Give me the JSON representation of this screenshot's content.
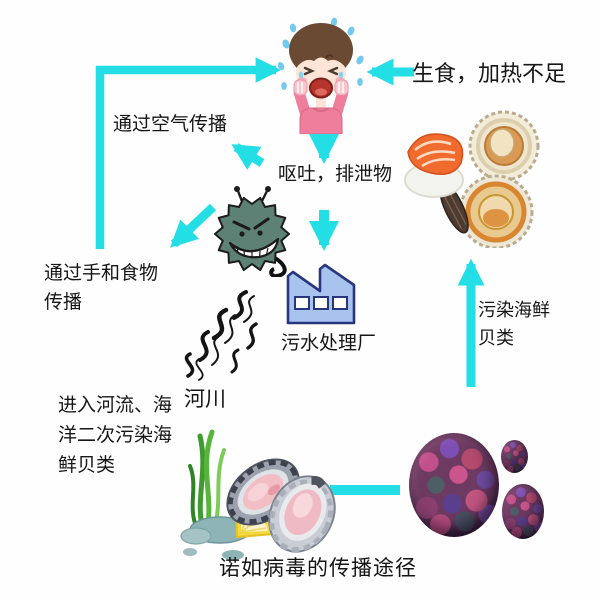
{
  "title": "诺如病毒的传播途径",
  "labels": {
    "raw_food": "生食，加热不足",
    "airborne": "通过空气传播",
    "vomit_excreta": "呕吐，排泄物",
    "hands_food": "通过手和食物\n传播",
    "sewage_plant": "污水处理厂",
    "river": "河川",
    "secondary_pollution": "进入河流、海\n洋二次污染海\n鲜贝类",
    "contaminate_shellfish": "污染海鲜\n贝类"
  },
  "icons": [
    "crying-person-icon",
    "virus-cartoon-icon",
    "sewage-plant-icon",
    "river-waves-icon",
    "salmon-sushi-icon",
    "scallop-shells-icon",
    "oyster-seaweed-lemon-icon",
    "norovirus-particles-icon"
  ],
  "edges": [
    "raw-undercooked-seafood -> person",
    "person -> vomit-excreta",
    "vomit-excreta -> airborne-spread",
    "vomit-excreta -> sewage-plant",
    "virus -> hands-and-food-spread",
    "hands-and-food-spread -> person",
    "oysters -> norovirus-particles",
    "norovirus-particles -> seafood-shellfish"
  ],
  "colors": {
    "arrow": "#23DFE5",
    "text": "#161616",
    "factory_fill": "#A9C3EE",
    "factory_outline": "#28367D",
    "virus_cartoon_body": "#5D8174",
    "shirt_pink": "#EE7E9C",
    "background": "#FEFEFE"
  }
}
